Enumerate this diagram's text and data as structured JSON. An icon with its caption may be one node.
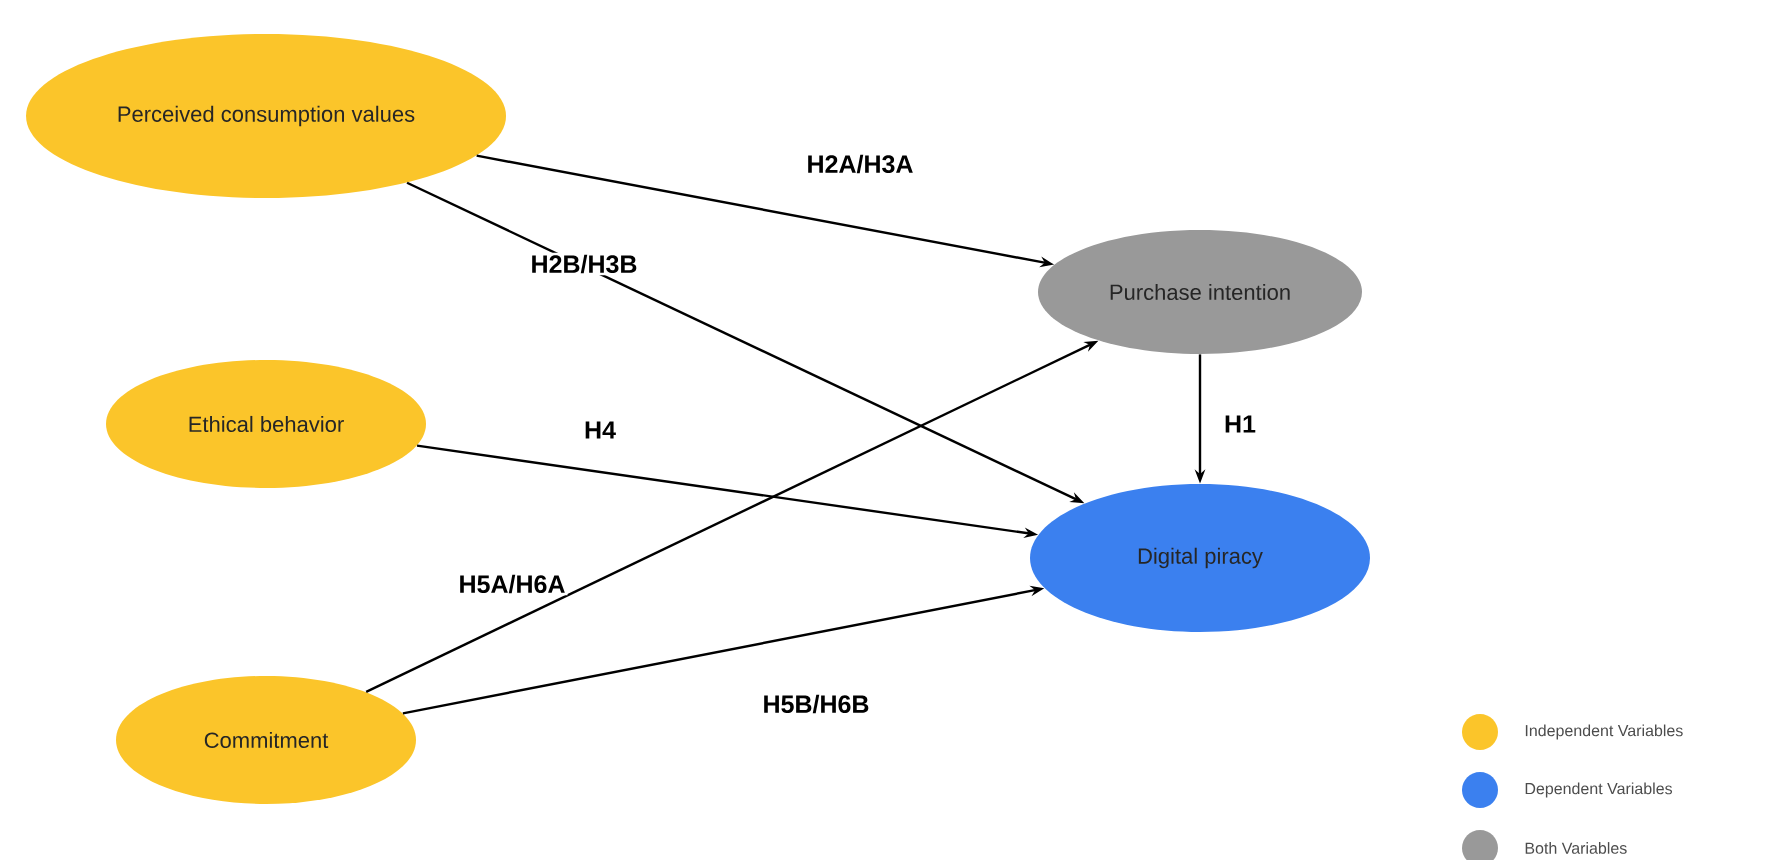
{
  "diagram": {
    "nodes": [
      {
        "text": [
          "Perceived consumption values"
        ]
      },
      {
        "text": [
          "Ethical behavior"
        ]
      },
      {
        "text": [
          "Commitment"
        ]
      },
      {
        "text": [
          "Purchase intention"
        ]
      },
      {
        "text": [
          "Digital piracy"
        ]
      }
    ],
    "edges": [
      {
        "from": 0,
        "to": 3,
        "arrow": "to",
        "label": "H2A/H3A"
      },
      {
        "from": 0,
        "to": 4,
        "arrow": "to",
        "label": "H2B/H3B"
      },
      {
        "from": 1,
        "to": 4,
        "arrow": "to",
        "label": "H4"
      },
      {
        "from": 2,
        "to": 3,
        "arrow": "to",
        "label": "H5A/H6A"
      },
      {
        "from": 2,
        "to": 4,
        "arrow": "to",
        "label": "H5B/H6B"
      },
      {
        "from": 3,
        "to": 4,
        "arrow": "to",
        "label": "H1"
      }
    ],
    "legend": [
      {
        "text": "Independent Variables",
        "color": "#fbc52a"
      },
      {
        "text": "Dependent Variables",
        "color": "#3b80ef"
      },
      {
        "text": "Both Variables",
        "color": "#999999"
      }
    ]
  }
}
